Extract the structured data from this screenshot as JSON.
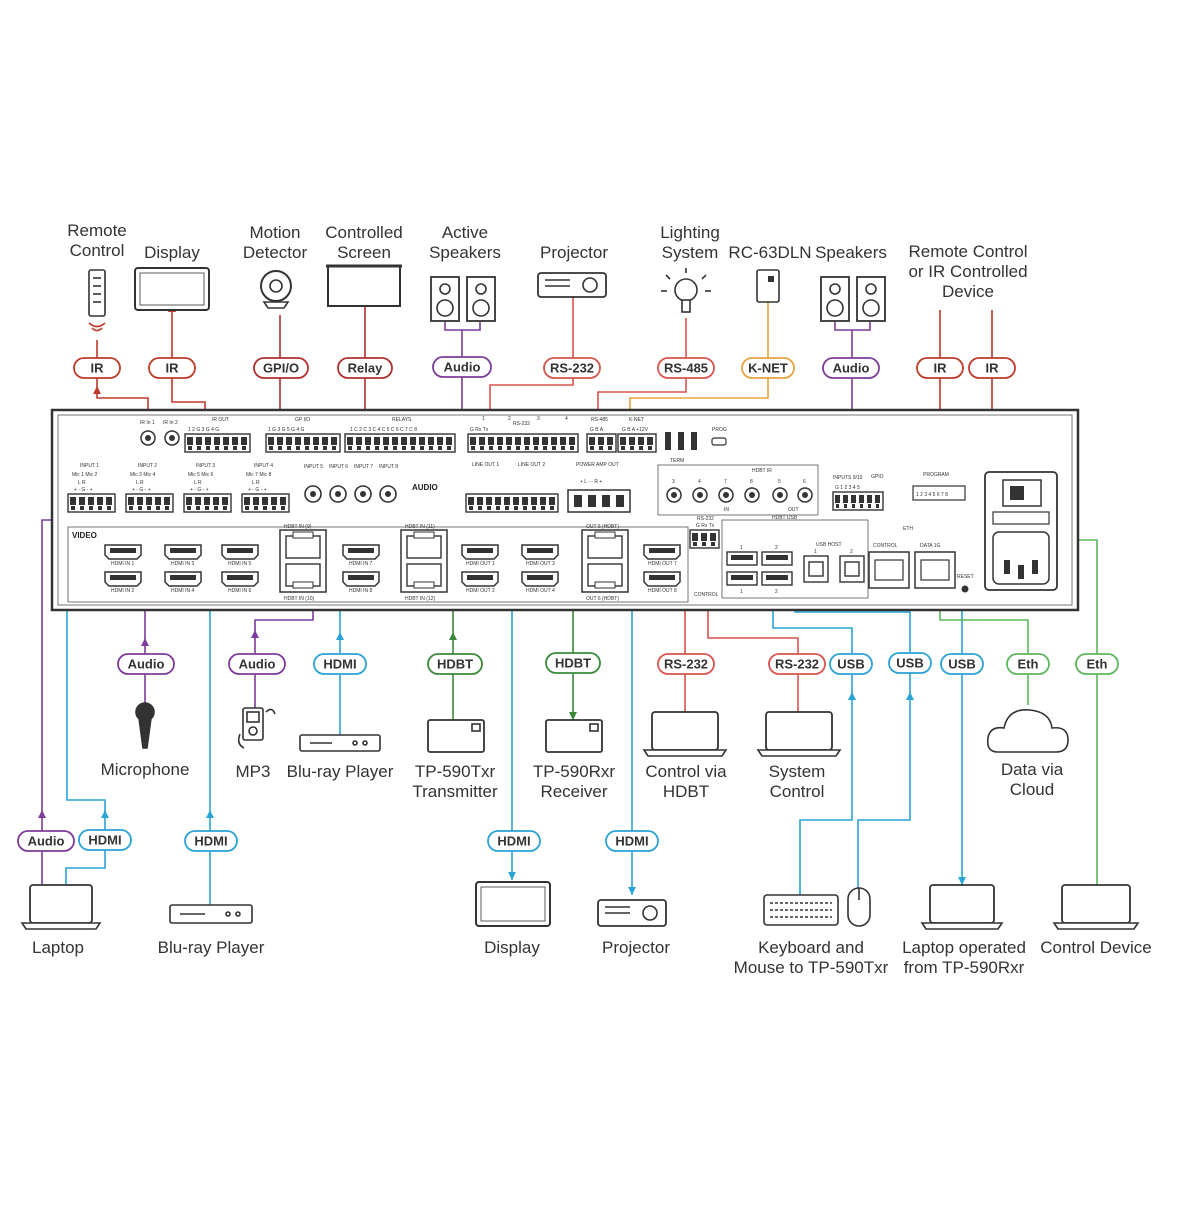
{
  "colors": {
    "ir": "#c0392b",
    "gpio": "#b03030",
    "relay": "#b03030",
    "audio": "#7d3c98",
    "rs": "#d9534f",
    "knet": "#e8a33c",
    "hdmi": "#2aa3d6",
    "hdbt": "#3a8a3a",
    "usb": "#2aa3d6",
    "eth": "#5cb85c",
    "panel_stroke": "#333333",
    "panel_fill": "#ffffff"
  },
  "top_devices": [
    {
      "id": "remote",
      "label": "Remote\nControl",
      "icon": "remote-control-icon"
    },
    {
      "id": "display_top",
      "label": "Display",
      "icon": "display-icon"
    },
    {
      "id": "motion",
      "label": "Motion\nDetector",
      "icon": "motion-detector-icon"
    },
    {
      "id": "screen",
      "label": "Controlled\nScreen",
      "icon": "projection-screen-icon"
    },
    {
      "id": "active_speakers",
      "label": "Active\nSpeakers",
      "icon": "speakers-icon"
    },
    {
      "id": "projector_top",
      "label": "Projector",
      "icon": "projector-icon"
    },
    {
      "id": "lighting",
      "label": "Lighting\nSystem",
      "icon": "lightbulb-icon"
    },
    {
      "id": "rc63",
      "label": "RC-63DLN",
      "icon": "keypad-icon"
    },
    {
      "id": "speakers",
      "label": "Speakers",
      "icon": "speakers-icon"
    },
    {
      "id": "ir_device",
      "label": "Remote Control\nor IR Controlled\nDevice",
      "icon": "none"
    }
  ],
  "top_pills": [
    {
      "id": "p_ir1",
      "label": "IR",
      "type": "ir"
    },
    {
      "id": "p_ir2",
      "label": "IR",
      "type": "ir"
    },
    {
      "id": "p_gpio",
      "label": "GPI/O",
      "type": "gpio"
    },
    {
      "id": "p_relay",
      "label": "Relay",
      "type": "relay"
    },
    {
      "id": "p_audio1",
      "label": "Audio",
      "type": "audio"
    },
    {
      "id": "p_rs232",
      "label": "RS-232",
      "type": "rs"
    },
    {
      "id": "p_rs485",
      "label": "RS-485",
      "type": "rs"
    },
    {
      "id": "p_knet",
      "label": "K-NET",
      "type": "knet"
    },
    {
      "id": "p_audio2",
      "label": "Audio",
      "type": "audio"
    },
    {
      "id": "p_ir3",
      "label": "IR",
      "type": "ir"
    },
    {
      "id": "p_ir4",
      "label": "IR",
      "type": "ir"
    }
  ],
  "mid_pills": [
    {
      "id": "m_audio1",
      "label": "Audio",
      "type": "audio"
    },
    {
      "id": "m_audio2",
      "label": "Audio",
      "type": "audio"
    },
    {
      "id": "m_hdmi1",
      "label": "HDMI",
      "type": "hdmi"
    },
    {
      "id": "m_hdbt1",
      "label": "HDBT",
      "type": "hdbt"
    },
    {
      "id": "m_hdbt2",
      "label": "HDBT",
      "type": "hdbt"
    },
    {
      "id": "m_rs232a",
      "label": "RS-232",
      "type": "rs"
    },
    {
      "id": "m_rs232b",
      "label": "RS-232",
      "type": "rs"
    },
    {
      "id": "m_usb1",
      "label": "USB",
      "type": "usb"
    },
    {
      "id": "m_usb2",
      "label": "USB",
      "type": "usb"
    },
    {
      "id": "m_usb3",
      "label": "USB",
      "type": "usb"
    },
    {
      "id": "m_eth1",
      "label": "Eth",
      "type": "eth"
    },
    {
      "id": "m_eth2",
      "label": "Eth",
      "type": "eth"
    }
  ],
  "mid_devices": [
    {
      "id": "microphone",
      "label": "Microphone"
    },
    {
      "id": "mp3",
      "label": "MP3"
    },
    {
      "id": "bluray1",
      "label": "Blu-ray Player"
    },
    {
      "id": "tp590txr",
      "label": "TP-590Txr\nTransmitter"
    },
    {
      "id": "tp590rxr",
      "label": "TP-590Rxr\nReceiver"
    },
    {
      "id": "ctrl_hdbt",
      "label": "Control via\nHDBT"
    },
    {
      "id": "sys_ctrl",
      "label": "System\nControl"
    },
    {
      "id": "cloud",
      "label": "Data via\nCloud"
    }
  ],
  "bottom_pills": [
    {
      "id": "b_audio",
      "label": "Audio",
      "type": "audio"
    },
    {
      "id": "b_hdmi1",
      "label": "HDMI",
      "type": "hdmi"
    },
    {
      "id": "b_hdmi2",
      "label": "HDMI",
      "type": "hdmi"
    },
    {
      "id": "b_hdmi3",
      "label": "HDMI",
      "type": "hdmi"
    },
    {
      "id": "b_hdmi4",
      "label": "HDMI",
      "type": "hdmi"
    }
  ],
  "bottom_devices": [
    {
      "id": "laptop1",
      "label": "Laptop"
    },
    {
      "id": "bluray2",
      "label": "Blu-ray Player"
    },
    {
      "id": "display_bot",
      "label": "Display"
    },
    {
      "id": "projector_bot",
      "label": "Projector"
    },
    {
      "id": "kbm",
      "label": "Keyboard and\nMouse to TP-590Txr"
    },
    {
      "id": "laptop_rxr",
      "label": "Laptop operated\nfrom TP-590Rxr"
    },
    {
      "id": "ctrl_device",
      "label": "Control Device"
    }
  ],
  "panel": {
    "ir_in1": "IR In 1",
    "ir_in2": "IR In 2",
    "ir_out": "IR OUT",
    "ir_out_pins": "1 2 G 3 G 4 G",
    "gpio": "GP I/O",
    "gpio_pins": "1 G 3 G 5 G 4 G",
    "relays": "RELAYS",
    "relays_pins": "1 C 2 C 3 C 4 C 5 C 6 C 7 C 8",
    "rs232_title": "RS-232",
    "rs232_ports": [
      "1",
      "2",
      "3",
      "4"
    ],
    "rs232_pins": "G Rx Tx",
    "rs485": "RS-485",
    "rs485_pins": "G B A",
    "knet": "K-NET",
    "knet_pins": "G B A +12V",
    "term": "TERM",
    "prog": "PROG",
    "inputs": [
      "INPUT 1",
      "INPUT 2",
      "INPUT 3",
      "INPUT 4"
    ],
    "input_mics": [
      "Mic 1  Mic 2",
      "Mic 3  Mic 4",
      "Mic 5  Mic 6",
      "Mic 7  Mic 8"
    ],
    "input_lr": "L    R",
    "input_pins": "+ - G - +",
    "rca_inputs": [
      "INPUT 5",
      "INPUT 6",
      "INPUT 7",
      "INPUT 8"
    ],
    "audio": "AUDIO",
    "line_out1": "LINE OUT 1",
    "line_out2": "LINE OUT 2",
    "power_amp": "POWER AMP OUT",
    "power_amp_pins": "+ L -   - R +",
    "hdbt_ir": "HDBT IR",
    "hdbt_ir_nums": [
      "3",
      "4",
      "7",
      "8",
      "5",
      "6"
    ],
    "hdbt_ir_in": "IN",
    "hdbt_ir_out": "OUT",
    "inputs_9": "INPUTS 9/10",
    "gpio2": "GPIO",
    "gpio2_pins": "G 1 2 3 4 5",
    "program": "PROGRAM",
    "program_pins": "1 2 3 4 5 6 7 8",
    "video": "VIDEO",
    "hdmi_in": [
      "HDMI IN 1",
      "HDMI IN 3",
      "HDMI IN 5",
      "HDMI IN 2",
      "HDMI IN 4",
      "HDMI IN 6",
      "HDMI IN 7",
      "HDMI IN 8"
    ],
    "hdbt_in9": "HDBT IN (9)",
    "hdbt_in11": "HDBT IN (11)",
    "hdbt_in10": "HDBT IN (10)",
    "hdbt_in12": "HDBT IN (12)",
    "hdmi_out": [
      "HDMI OUT 1",
      "HDMI OUT 3",
      "HDMI OUT 2",
      "HDMI OUT 4",
      "HDMI OUT 7",
      "HDMI OUT 8"
    ],
    "out5": "OUT 5 (HDBT)",
    "out6": "OUT 6 (HDBT)",
    "rs232_hdbt": "RS-232",
    "rs232_hdbt_pins": "G Rx Tx",
    "control": "CONTROL",
    "hdbt_usb": "HDBT USB",
    "usb_nums": [
      "1",
      "2",
      "1",
      "2"
    ],
    "usb_host": "USB HOST",
    "usb_host_nums": [
      "1",
      "2"
    ],
    "eth": "ETH",
    "eth_control": "CONTROL",
    "eth_data": "DATA 1G",
    "reset": "RESET"
  }
}
